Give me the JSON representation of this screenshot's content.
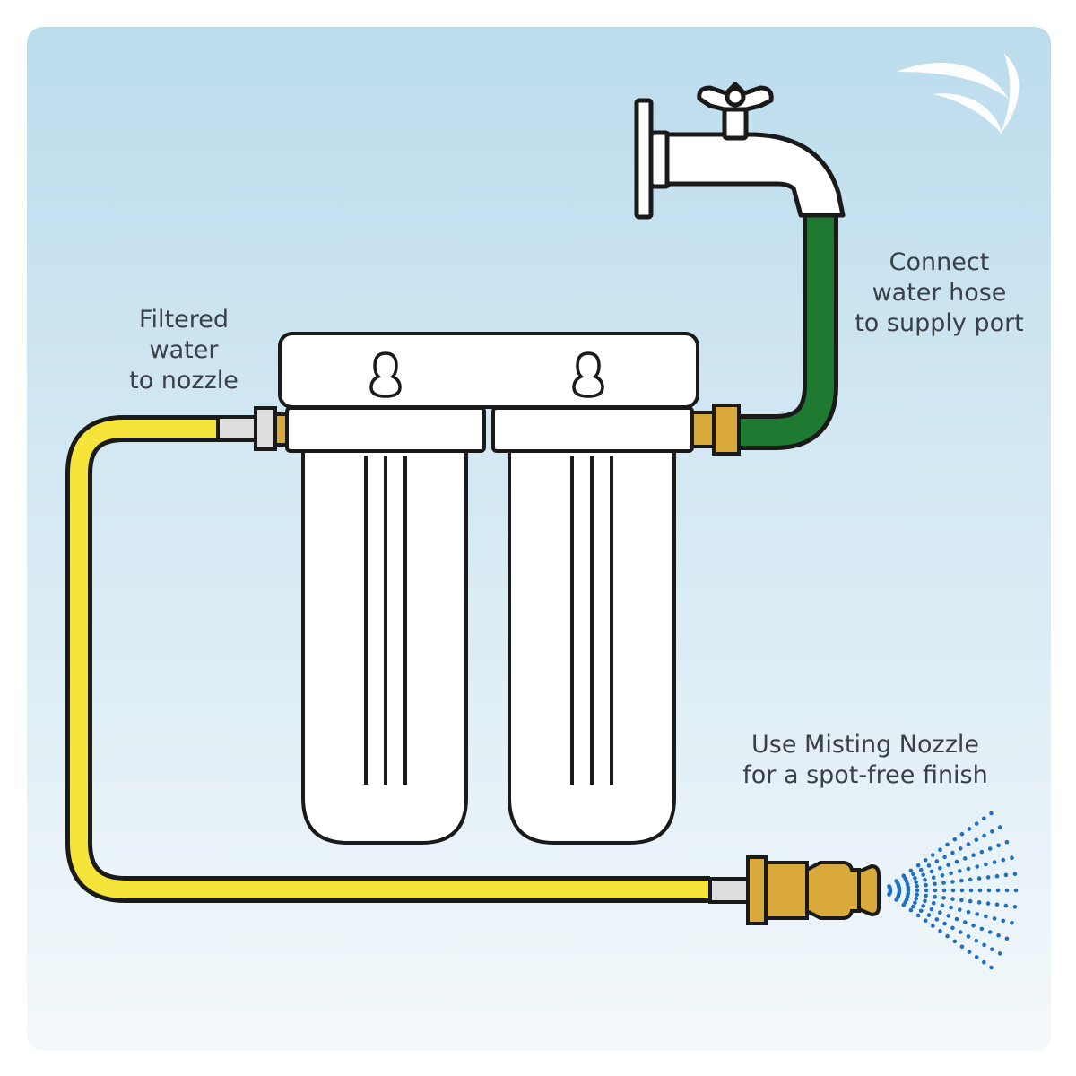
{
  "labels": {
    "filtered": [
      "Filtered",
      "water",
      "to nozzle"
    ],
    "connect": [
      "Connect",
      "water hose",
      "to supply port"
    ],
    "nozzle": [
      "Use Misting Nozzle",
      "for a spot-free finish"
    ]
  },
  "colors": {
    "background_top": "#bcdcec",
    "background_bottom": "#f3f8fb",
    "supply_hose": "#1e7a30",
    "filtered_hose": "#f5e53a",
    "brass": "#d9a93c",
    "mist": "#1f6fc4",
    "outline": "#1a1a1a",
    "housing": "#ffffff"
  },
  "icons": [
    "faucet-icon",
    "filter-housing-icon",
    "misting-nozzle-icon",
    "brand-logo-icon"
  ]
}
